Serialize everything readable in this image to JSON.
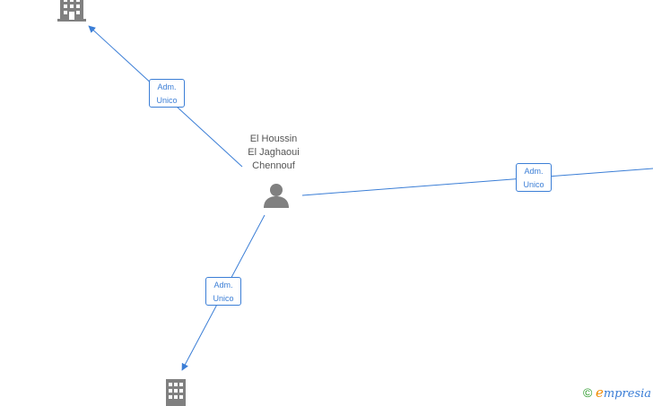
{
  "person": {
    "name_lines": [
      "El Houssin",
      "El Jaghaoui",
      "Chennouf"
    ]
  },
  "edges": [
    {
      "label_line1": "Adm.",
      "label_line2": "Unico"
    },
    {
      "label_line1": "Adm.",
      "label_line2": "Unico"
    },
    {
      "label_line1": "Adm.",
      "label_line2": "Unico"
    }
  ],
  "brand": {
    "copyright": "©",
    "initial": "e",
    "rest": "mpresia"
  },
  "colors": {
    "edge": "#3b7ed6",
    "node": "#808080"
  }
}
